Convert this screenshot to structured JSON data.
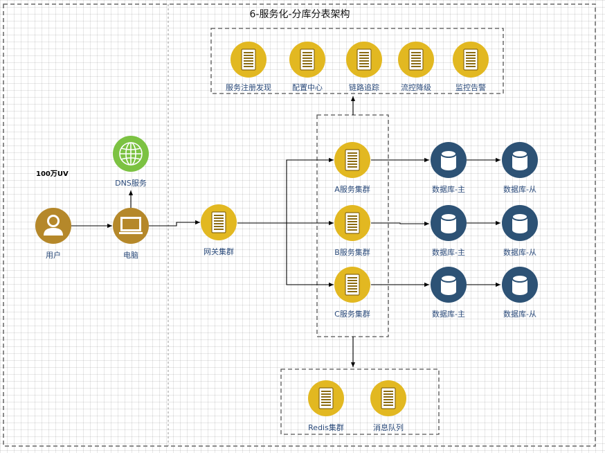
{
  "title": "6-服务化-分库分表架构",
  "annotation": "100万UV",
  "colors": {
    "gold": "#e2b821",
    "bronze": "#b5882a",
    "green": "#7cc242",
    "navy": "#2d5275",
    "label": "#2a4a7a"
  },
  "nodes": {
    "user": {
      "label": "用户",
      "icon": "user-icon"
    },
    "pc": {
      "label": "电脑",
      "icon": "monitor-icon"
    },
    "dns": {
      "label": "DNS服务",
      "icon": "globe-icon"
    },
    "gateway": {
      "label": "网关集群",
      "icon": "server-icon"
    },
    "svc_a": {
      "label": "A服务集群",
      "icon": "server-icon"
    },
    "svc_b": {
      "label": "B服务集群",
      "icon": "server-icon"
    },
    "svc_c": {
      "label": "C服务集群",
      "icon": "server-icon"
    },
    "db_a_master": {
      "label": "数据库-主",
      "icon": "database-icon"
    },
    "db_a_slave": {
      "label": "数据库-从",
      "icon": "database-icon"
    },
    "db_b_master": {
      "label": "数据库-主",
      "icon": "database-icon"
    },
    "db_b_slave": {
      "label": "数据库-从",
      "icon": "database-icon"
    },
    "db_c_master": {
      "label": "数据库-主",
      "icon": "database-icon"
    },
    "db_c_slave": {
      "label": "数据库-从",
      "icon": "database-icon"
    },
    "registry": {
      "label": "服务注册发现",
      "icon": "server-icon"
    },
    "config": {
      "label": "配置中心",
      "icon": "server-icon"
    },
    "tracing": {
      "label": "链路追踪",
      "icon": "server-icon"
    },
    "ratelimit": {
      "label": "流控降级",
      "icon": "server-icon"
    },
    "monitor": {
      "label": "监控告警",
      "icon": "server-icon"
    },
    "redis": {
      "label": "Redis集群",
      "icon": "server-icon"
    },
    "mq": {
      "label": "消息队列",
      "icon": "server-icon"
    }
  },
  "edges": [
    {
      "from": "user",
      "to": "pc"
    },
    {
      "from": "pc",
      "to": "dns"
    },
    {
      "from": "pc",
      "to": "gateway"
    },
    {
      "from": "gateway",
      "to": "svc_a"
    },
    {
      "from": "gateway",
      "to": "svc_b"
    },
    {
      "from": "gateway",
      "to": "svc_c"
    },
    {
      "from": "svc_a",
      "to": "db_a_master"
    },
    {
      "from": "db_a_master",
      "to": "db_a_slave"
    },
    {
      "from": "svc_b",
      "to": "db_b_master"
    },
    {
      "from": "db_b_master",
      "to": "db_b_slave"
    },
    {
      "from": "svc_c",
      "to": "db_c_master"
    },
    {
      "from": "db_c_master",
      "to": "db_c_slave"
    },
    {
      "from": "services-group",
      "to": "infra-group"
    },
    {
      "from": "services-group",
      "to": "middleware-group"
    }
  ]
}
